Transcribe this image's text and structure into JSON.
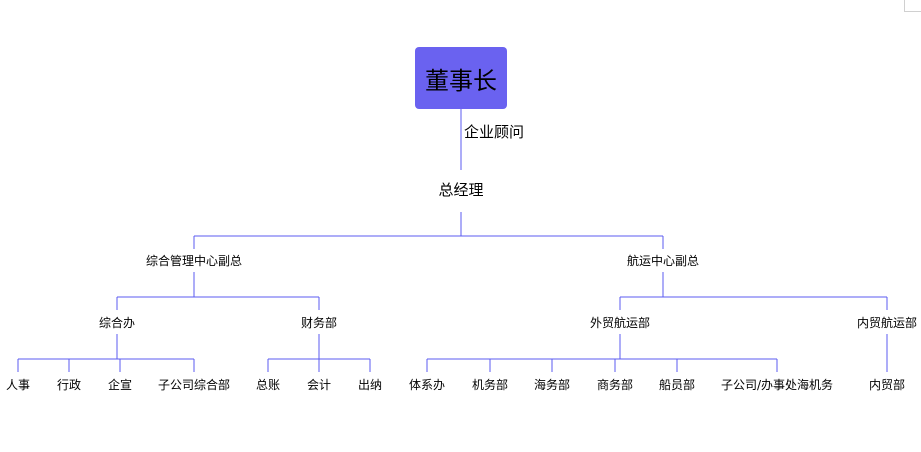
{
  "colors": {
    "line": "#5b5bf0",
    "root_fill": "#6a62f0",
    "text": "#000000"
  },
  "root": {
    "label": "董事长"
  },
  "advisor": {
    "label": "企业顾问"
  },
  "general_manager": {
    "label": "总经理"
  },
  "vice_presidents": [
    {
      "label": "综合管理中心副总",
      "departments": [
        {
          "label": "综合办",
          "units": [
            "人事",
            "行政",
            "企宣",
            "子公司综合部"
          ]
        },
        {
          "label": "财务部",
          "units": [
            "总账",
            "会计",
            "出纳"
          ]
        }
      ]
    },
    {
      "label": "航运中心副总",
      "departments": [
        {
          "label": "外贸航运部",
          "units": [
            "体系办",
            "机务部",
            "海务部",
            "商务部",
            "船员部",
            "子公司/办事处海机务"
          ]
        },
        {
          "label": "内贸航运部",
          "units": [
            "内贸部"
          ]
        }
      ]
    }
  ]
}
